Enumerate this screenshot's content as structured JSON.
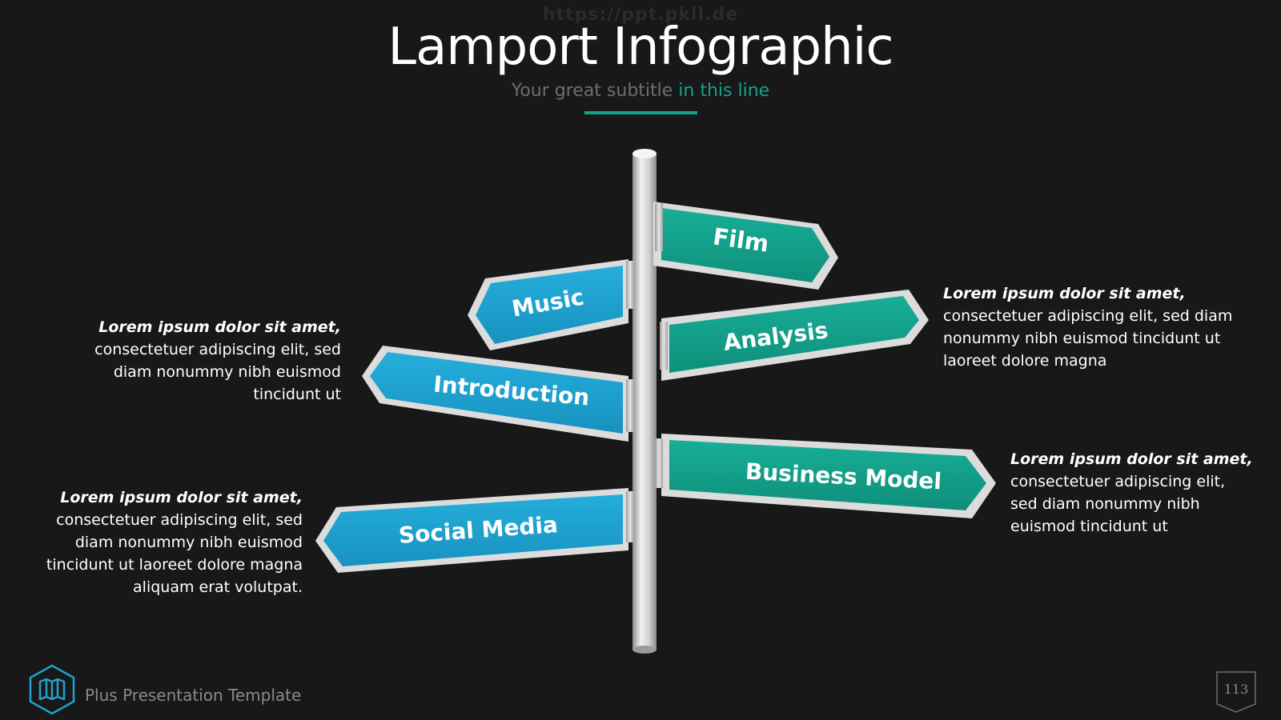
{
  "watermark": "https://ppt.pkll.de",
  "title": "Lamport Infographic",
  "subtitle": {
    "part1": "Your great subtitle ",
    "part2": "in this line"
  },
  "colors": {
    "teal": "#14a38c",
    "blue": "#1fa3d0",
    "background": "#181818"
  },
  "signs": {
    "film": "Film",
    "music": "Music",
    "analysis": "Analysis",
    "introduction": "Introduction",
    "business_model": "Business Model",
    "social_media": "Social Media"
  },
  "descriptions": {
    "left_top": {
      "lead": "Lorem ipsum dolor sit amet,",
      "line1": "consectetuer adipiscing elit, sed",
      "line2": "diam nonummy nibh euismod",
      "line3": "tincidunt ut"
    },
    "left_bottom": {
      "lead": "Lorem ipsum dolor sit amet,",
      "line1": "consectetuer adipiscing elit, sed",
      "line2": "diam nonummy nibh euismod",
      "line3": "tincidunt ut laoreet dolore magna",
      "line4": "aliquam erat volutpat."
    },
    "right_top": {
      "lead": "Lorem ipsum dolor sit amet,",
      "line1": "consectetuer adipiscing elit, sed diam",
      "line2": "nonummy nibh euismod tincidunt ut",
      "line3": "laoreet dolore magna"
    },
    "right_bottom": {
      "lead": "Lorem ipsum dolor sit amet,",
      "line1": "consectetuer adipiscing elit,",
      "line2": "sed diam nonummy nibh",
      "line3": "euismod tincidunt ut"
    }
  },
  "footer": {
    "template_name": "Plus Presentation Template",
    "logo_icon": "map-icon",
    "page_number": "113"
  }
}
